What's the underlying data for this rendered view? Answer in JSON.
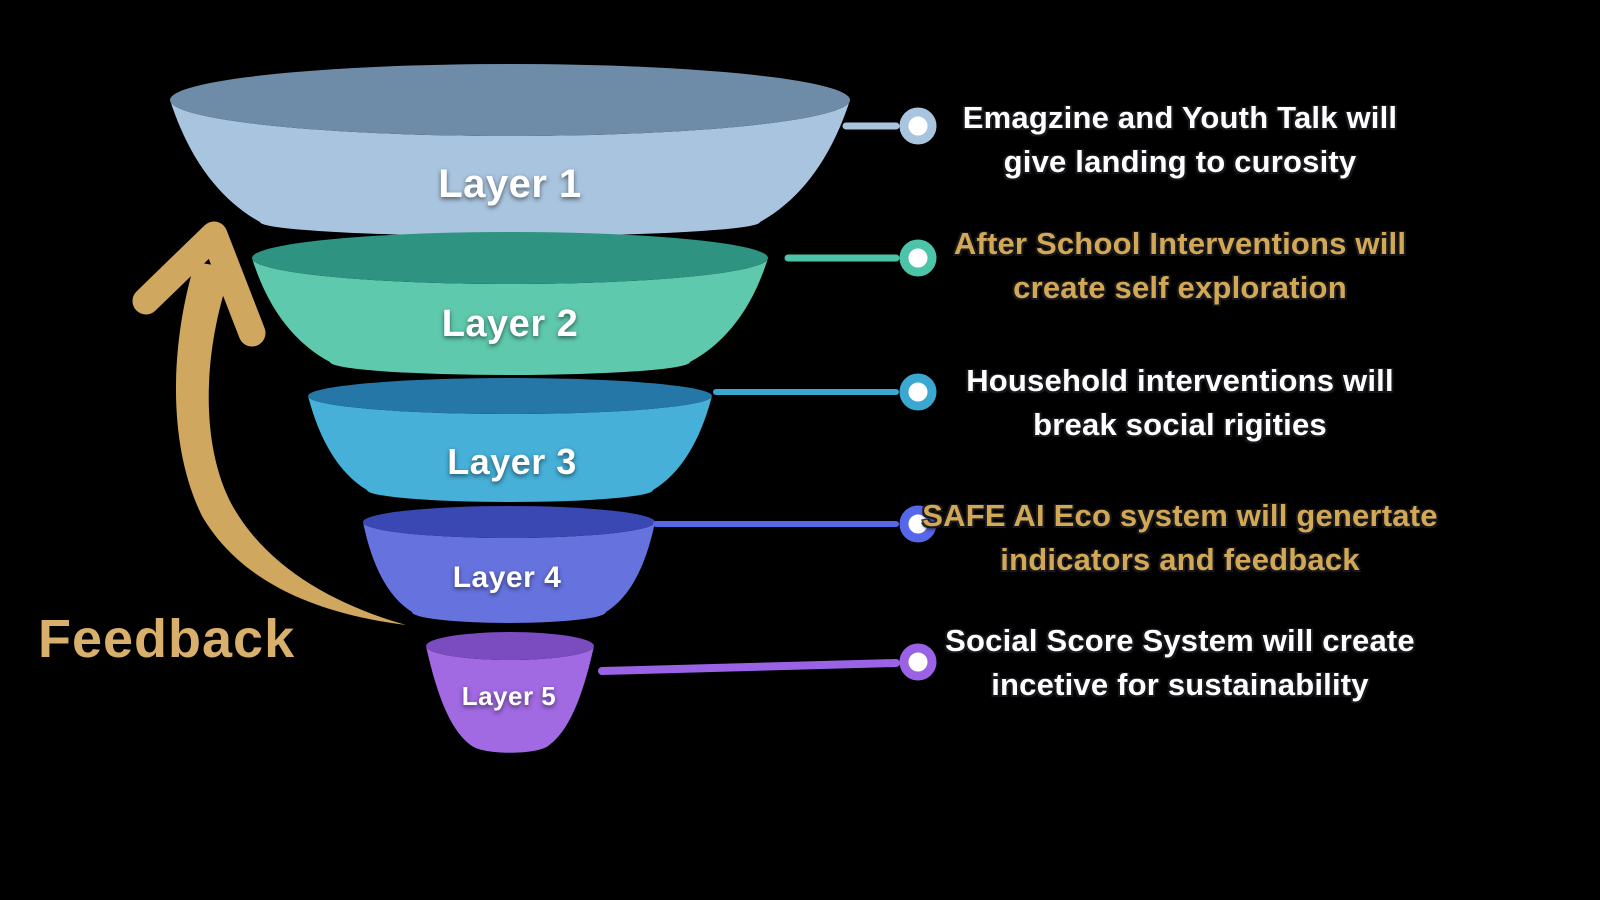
{
  "background": "#000000",
  "feedback": {
    "label": "Feedback",
    "label_color": "#d8b06c",
    "arrow_color": "#d0a75f"
  },
  "funnel": {
    "layers": [
      {
        "label": "Layer 1",
        "body_color": "#a9c4de",
        "top_color": "#6e8ca8",
        "accent": "#a9c4de"
      },
      {
        "label": "Layer 2",
        "body_color": "#5fc9ad",
        "top_color": "#2e9381",
        "accent": "#4cc4a8"
      },
      {
        "label": "Layer 3",
        "body_color": "#46b0d8",
        "top_color": "#2577a7",
        "accent": "#3ba8d2"
      },
      {
        "label": "Layer 4",
        "body_color": "#6673df",
        "top_color": "#3a48b4",
        "accent": "#5767ea"
      },
      {
        "label": "Layer 5",
        "body_color": "#a169e2",
        "top_color": "#7b4cc0",
        "accent": "#9a63e6"
      }
    ]
  },
  "annotations": [
    {
      "line1": "Emagzine and Youth Talk will",
      "line2": "give landing to curosity",
      "color": "#ffffff"
    },
    {
      "line1": "After School Interventions will",
      "line2": "create self exploration",
      "color": "#d2a855"
    },
    {
      "line1": "Household interventions will",
      "line2": "break social rigities",
      "color": "#ffffff"
    },
    {
      "line1": "SAFE AI Eco system will genertate",
      "line2": "indicators and feedback",
      "color": "#d2a855"
    },
    {
      "line1": "Social Score System will create",
      "line2": "incetive for sustainability",
      "color": "#ffffff"
    }
  ]
}
